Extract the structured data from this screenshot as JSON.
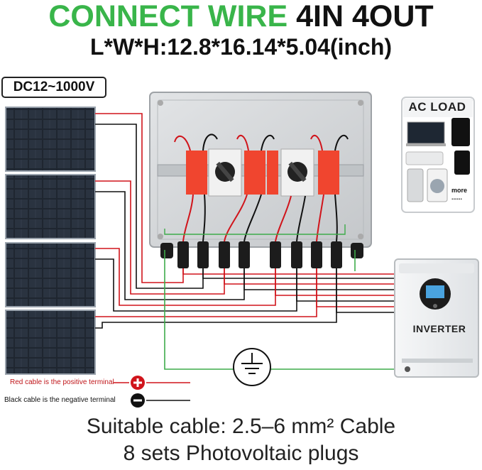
{
  "header": {
    "title_green": "CONNECT WIRE",
    "title_black": "4IN 4OUT",
    "dimensions": "L*W*H:12.8*16.14*5.04(inch)"
  },
  "voltage_badge": "DC12~1000V",
  "ac_load": {
    "title": "AC LOAD",
    "more_label": "more",
    "more_dots": "......"
  },
  "inverter": {
    "label": "INVERTER"
  },
  "legend": {
    "red_text": "Red cable is the positive terminal",
    "black_text": "Black cable is the negative terminal"
  },
  "footer": {
    "line1": "Suitable cable: 2.5–6 mm² Cable",
    "line2": "8 sets Photovoltaic plugs"
  },
  "colors": {
    "title_green": "#39b54a",
    "positive_wire": "#d0141b",
    "negative_wire": "#111111",
    "ground_wire": "#3dab4a",
    "panel_blue": "#1f2630",
    "box_grey": "#d4d6d8",
    "breaker_orange": "#f0452f"
  },
  "icons": {
    "positive": "plus-circle-icon",
    "negative": "minus-circle-icon",
    "ground": "ground-symbol-icon"
  }
}
